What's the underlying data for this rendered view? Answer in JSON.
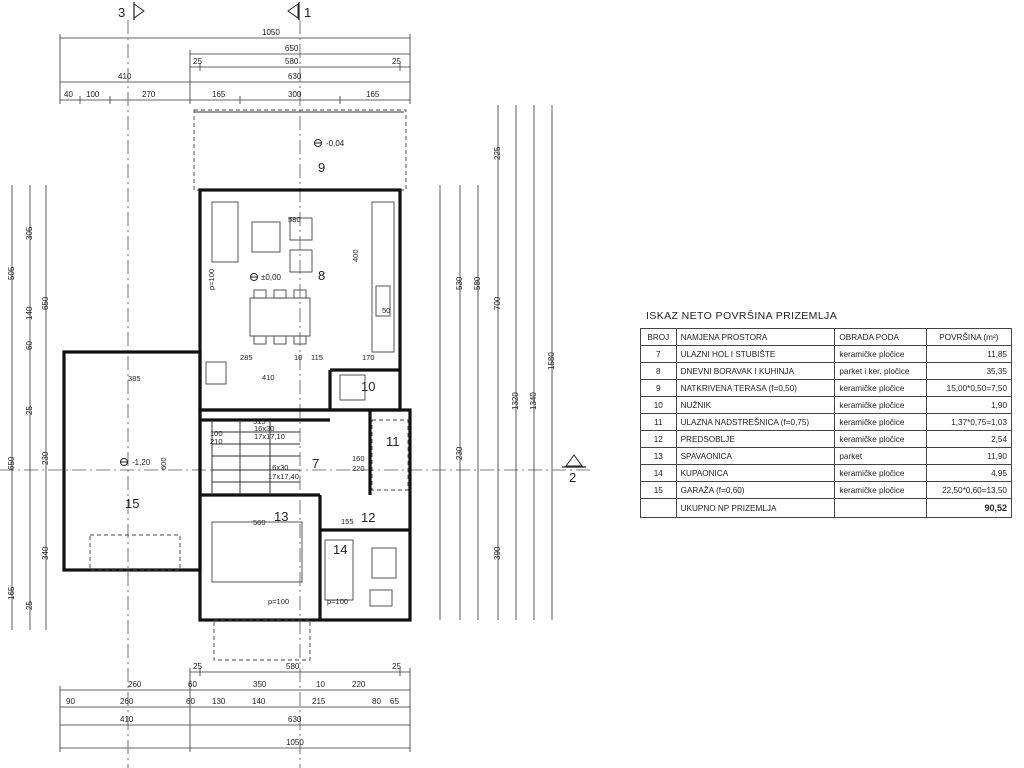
{
  "axes": {
    "a3": "3",
    "a1": "1",
    "a2": "2"
  },
  "rooms": {
    "r7": "7",
    "r8": "8",
    "r9": "9",
    "r10": "10",
    "r11": "11",
    "r12": "12",
    "r13": "13",
    "r14": "14",
    "r15": "15"
  },
  "levels": {
    "terrace": "-0,04",
    "living": "±0,00",
    "garage": "-1,20"
  },
  "inner_labels": {
    "d580": "580",
    "d400": "400",
    "d50": "50",
    "d285": "285",
    "d10": "10",
    "d115": "115",
    "d170": "170",
    "d410": "410",
    "d385": "385",
    "d560": "560",
    "d160": "160",
    "d220": "220",
    "d155": "155",
    "d600": "600",
    "d100": "100",
    "d210": "210",
    "d515": "515",
    "stair1": "16x30",
    "stair1b": "17x17,10",
    "stair2": "16x30",
    "stair2b": "17x17,40",
    "p100a": "p=100",
    "p100b": "p=100",
    "p100c": "p=100"
  },
  "dims": {
    "top": {
      "r1": "1050",
      "r2": "650",
      "r3a": "25",
      "r3": "580",
      "r3b": "25",
      "r4a": "410",
      "r4": "630",
      "r5": [
        "40",
        "100",
        "270",
        "165",
        "300",
        "165"
      ]
    },
    "bottom": {
      "b1a": "25",
      "b1": "580",
      "b1b": "25",
      "b2": [
        "260",
        "60",
        "350",
        "10",
        "220"
      ],
      "b3": [
        "90",
        "260",
        "60",
        "130",
        "140",
        "215",
        "80",
        "65"
      ],
      "b4a": "410",
      "b4": "630",
      "b5": "1050"
    },
    "right": [
      "225",
      "530",
      "580",
      "700",
      "1320",
      "1340",
      "1580",
      "230",
      "390"
    ],
    "left": [
      "505",
      "305",
      "650",
      "140",
      "60",
      "25",
      "650",
      "230",
      "340",
      "165",
      "25"
    ]
  },
  "table": {
    "title": "ISKAZ NETO POVRŠINA PRIZEMLJA",
    "headers": [
      "BROJ",
      "NAMJENA PROSTORA",
      "OBRADA PODA",
      "POVRŠINA (m²)"
    ],
    "rows": [
      [
        "7",
        "ULAZNI HOL I STUBIŠTE",
        "keramičke pločice",
        "11,85"
      ],
      [
        "8",
        "DNEVNI BORAVAK I KUHINJA",
        "parket i ker. pločice",
        "35,35"
      ],
      [
        "9",
        "NATKRIVENA TERASA (f=0,50)",
        "keramičke pločice",
        "15,00*0,50=7,50"
      ],
      [
        "10",
        "NUŽNIK",
        "keramičke pločice",
        "1,90"
      ],
      [
        "11",
        "ULAZNA NADSTREŠNICA (f=0,75)",
        "keramičke pločice",
        "1,37*0,75=1,03"
      ],
      [
        "12",
        "PREDSOBLJE",
        "keramičke pločice",
        "2,54"
      ],
      [
        "13",
        "SPAVAONICA",
        "parket",
        "11,90"
      ],
      [
        "14",
        "KUPAONICA",
        "keramičke pločice",
        "4,95"
      ],
      [
        "15",
        "GARAŽA (f=0,60)",
        "keramičke pločice",
        "22,50*0,60=13,50"
      ]
    ],
    "total_label": "UKUPNO NP PRIZEMLJA",
    "total_value": "90,52"
  }
}
